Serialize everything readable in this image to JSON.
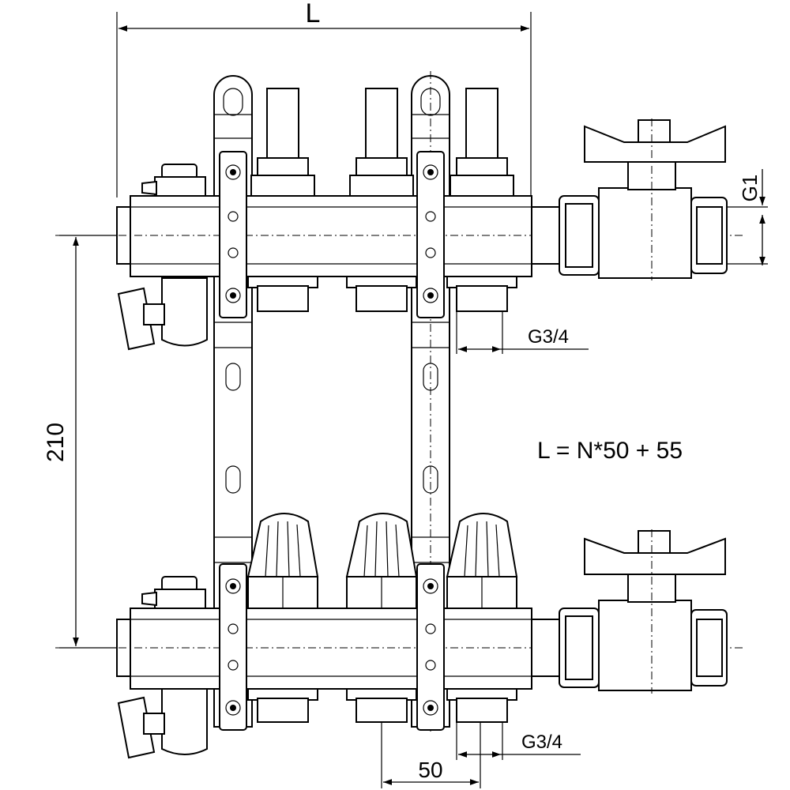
{
  "dimensions": {
    "overall_length": "L",
    "center_distance": "210",
    "outlet_pitch": "50",
    "outlet_thread_upper": "G3/4",
    "outlet_thread_lower": "G3/4",
    "inlet_thread": "G1"
  },
  "formula": "L = N*50 + 55"
}
